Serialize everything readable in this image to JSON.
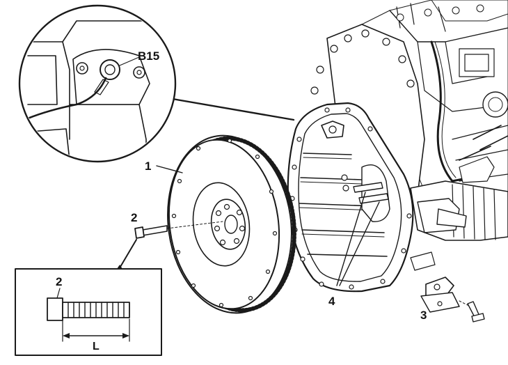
{
  "callouts": {
    "sensor": "B15",
    "flywheel": "1",
    "bolt": "2",
    "bolt_detail": "2",
    "bolt_length": "L",
    "bracket": "3",
    "dowels": "4"
  }
}
